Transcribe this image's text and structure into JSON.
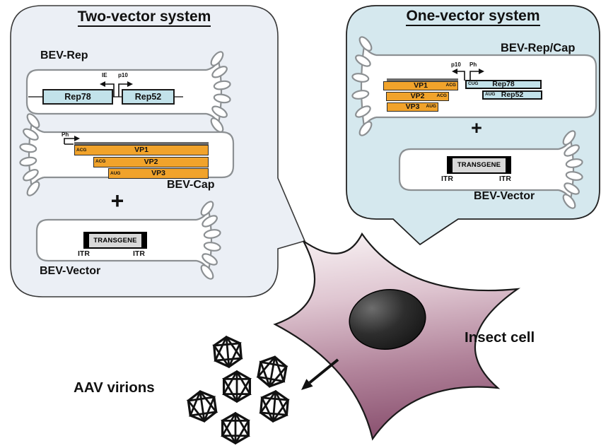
{
  "left_panel": {
    "title": "Two-vector system",
    "bev_rep": {
      "label": "BEV-Rep",
      "promoter_left": "IE",
      "promoter_right": "p10",
      "gene1": "Rep78",
      "gene2": "Rep52"
    },
    "bev_cap": {
      "label": "BEV-Cap",
      "promoter": "Ph",
      "vp1": {
        "name": "VP1",
        "codon": "ACG"
      },
      "vp2": {
        "name": "VP2",
        "codon": "ACG"
      },
      "vp3": {
        "name": "VP3",
        "codon": "AUG"
      }
    },
    "plus": "+",
    "bev_vector": {
      "label": "BEV-Vector",
      "transgene": "TRANSGENE",
      "itr_left": "ITR",
      "itr_right": "ITR"
    }
  },
  "right_panel": {
    "title": "One-vector system",
    "bev_repcap": {
      "label": "BEV-Rep/Cap",
      "promoter_left": "p10",
      "promoter_right": "Ph",
      "vp1": {
        "name": "VP1",
        "codon": "ACG"
      },
      "vp2": {
        "name": "VP2",
        "codon": "ACG"
      },
      "vp3": {
        "name": "VP3",
        "codon": "AUG"
      },
      "rep78": {
        "name": "Rep78",
        "codon": "CUG"
      },
      "rep52": {
        "name": "Rep52",
        "codon": "AUG"
      }
    },
    "plus": "+",
    "bev_vector": {
      "label": "BEV-Vector",
      "transgene": "TRANSGENE",
      "itr_left": "ITR",
      "itr_right": "ITR"
    }
  },
  "scene": {
    "insect_cell_label": "Insect cell",
    "aav_virions_label": "AAV virions"
  },
  "colors": {
    "orange": "#F1A32B",
    "light_blue": "#C2E2EA",
    "left_panel_bg": "#EBEFF5",
    "right_panel_bg": "#D5E8EE",
    "virus_outline": "#8C9093",
    "cell_dark": "#8E5674"
  }
}
